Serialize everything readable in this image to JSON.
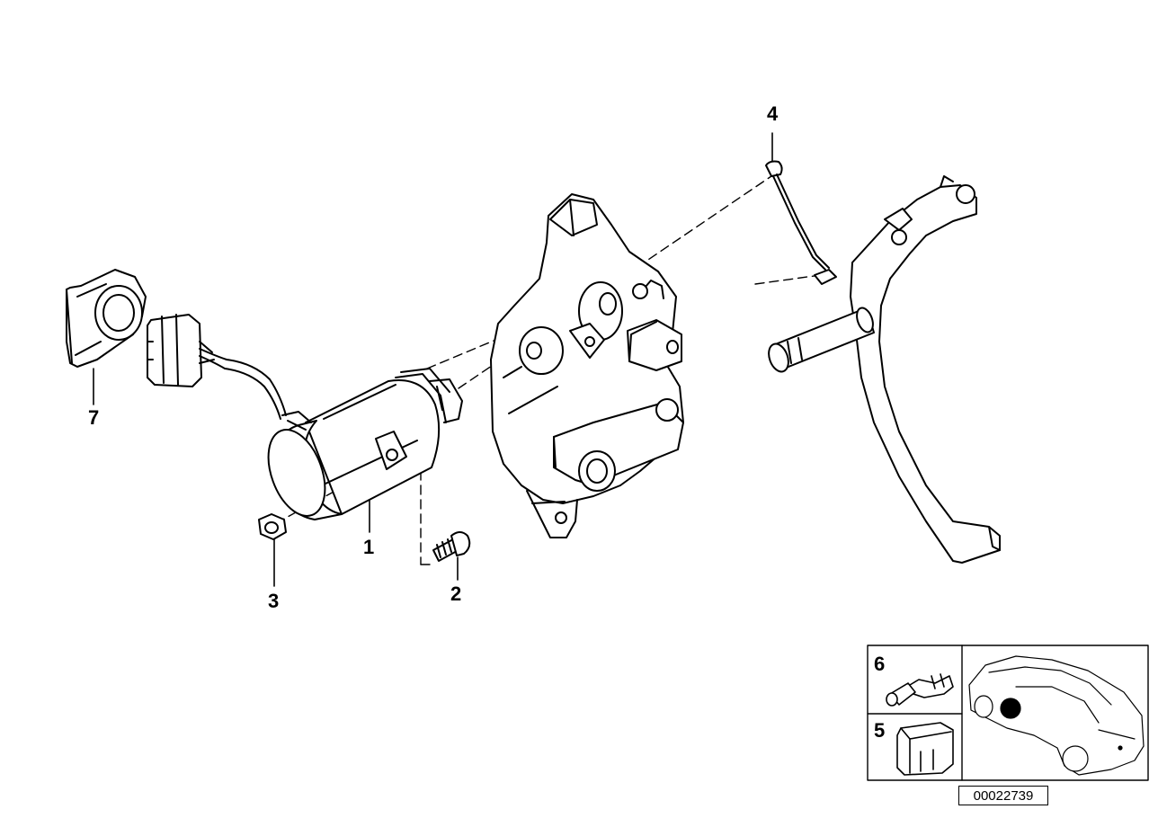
{
  "callouts": {
    "c1": "1",
    "c2": "2",
    "c3": "3",
    "c4": "4",
    "c5": "5",
    "c6": "6",
    "c7": "7"
  },
  "figure_id": "00022739",
  "icons": [
    "actuator-motor-icon",
    "bolt-icon",
    "nut-icon",
    "cable-icon",
    "connector-housing-icon",
    "terminal-pin-icon",
    "grommet-icon",
    "bracket-icon",
    "pedal-lever-icon",
    "car-silhouette-icon"
  ]
}
